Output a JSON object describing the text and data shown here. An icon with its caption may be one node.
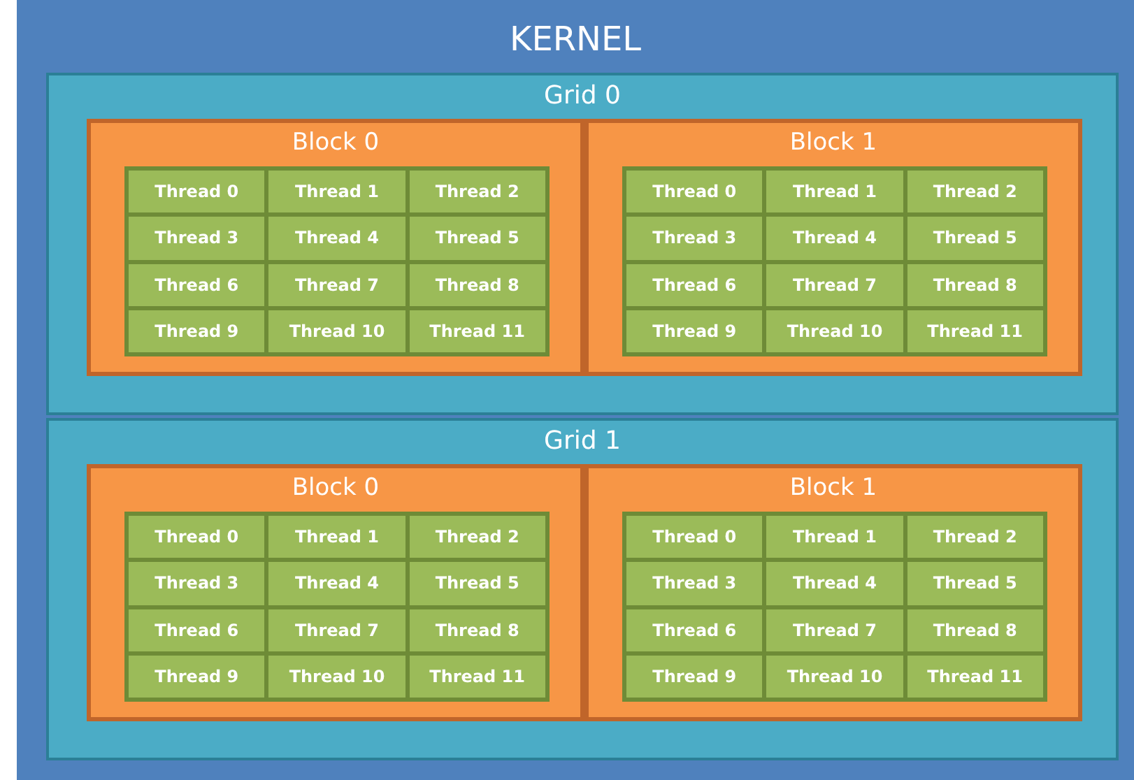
{
  "diagram": {
    "nodes": [
      {
        "text": [
          "KERNEL"
        ]
      },
      {
        "text": [
          "Grid 0"
        ],
        "in": 0
      },
      {
        "text": [
          "Block 0"
        ],
        "in": 1
      },
      {
        "text": [
          "Thread 0"
        ],
        "in": 2
      },
      {
        "text": [
          "Thread 1"
        ],
        "in": 2
      },
      {
        "text": [
          "Thread 2"
        ],
        "in": 2
      },
      {
        "text": [
          "Thread 3"
        ],
        "in": 2
      },
      {
        "text": [
          "Thread 4"
        ],
        "in": 2
      },
      {
        "text": [
          "Thread 5"
        ],
        "in": 2
      },
      {
        "text": [
          "Thread 6"
        ],
        "in": 2
      },
      {
        "text": [
          "Thread 7"
        ],
        "in": 2
      },
      {
        "text": [
          "Thread 8"
        ],
        "in": 2
      },
      {
        "text": [
          "Thread 9"
        ],
        "in": 2
      },
      {
        "text": [
          "Thread 10"
        ],
        "in": 2
      },
      {
        "text": [
          "Thread 11"
        ],
        "in": 2
      },
      {
        "text": [
          "Block 1"
        ],
        "in": 1
      },
      {
        "text": [
          "Thread 0"
        ],
        "in": 15
      },
      {
        "text": [
          "Thread 1"
        ],
        "in": 15
      },
      {
        "text": [
          "Thread 2"
        ],
        "in": 15
      },
      {
        "text": [
          "Thread 3"
        ],
        "in": 15
      },
      {
        "text": [
          "Thread 4"
        ],
        "in": 15
      },
      {
        "text": [
          "Thread 5"
        ],
        "in": 15
      },
      {
        "text": [
          "Thread 6"
        ],
        "in": 15
      },
      {
        "text": [
          "Thread 7"
        ],
        "in": 15
      },
      {
        "text": [
          "Thread 8"
        ],
        "in": 15
      },
      {
        "text": [
          "Thread 9"
        ],
        "in": 15
      },
      {
        "text": [
          "Thread 10"
        ],
        "in": 15
      },
      {
        "text": [
          "Thread 11"
        ],
        "in": 15
      },
      {
        "text": [
          "Grid 1"
        ],
        "in": 0
      },
      {
        "text": [
          "Block 0"
        ],
        "in": 28
      },
      {
        "text": [
          "Thread 0"
        ],
        "in": 29
      },
      {
        "text": [
          "Thread 1"
        ],
        "in": 29
      },
      {
        "text": [
          "Thread 2"
        ],
        "in": 29
      },
      {
        "text": [
          "Thread 3"
        ],
        "in": 29
      },
      {
        "text": [
          "Thread 4"
        ],
        "in": 29
      },
      {
        "text": [
          "Thread 5"
        ],
        "in": 29
      },
      {
        "text": [
          "Thread 6"
        ],
        "in": 29
      },
      {
        "text": [
          "Thread 7"
        ],
        "in": 29
      },
      {
        "text": [
          "Thread 8"
        ],
        "in": 29
      },
      {
        "text": [
          "Thread 9"
        ],
        "in": 29
      },
      {
        "text": [
          "Thread 10"
        ],
        "in": 29
      },
      {
        "text": [
          "Thread 11"
        ],
        "in": 29
      },
      {
        "text": [
          "Block 1"
        ],
        "in": 28
      },
      {
        "text": [
          "Thread 0"
        ],
        "in": 42
      },
      {
        "text": [
          "Thread 1"
        ],
        "in": 42
      },
      {
        "text": [
          "Thread 2"
        ],
        "in": 42
      },
      {
        "text": [
          "Thread 3"
        ],
        "in": 42
      },
      {
        "text": [
          "Thread 4"
        ],
        "in": 42
      },
      {
        "text": [
          "Thread 5"
        ],
        "in": 42
      },
      {
        "text": [
          "Thread 6"
        ],
        "in": 42
      },
      {
        "text": [
          "Thread 7"
        ],
        "in": 42
      },
      {
        "text": [
          "Thread 8"
        ],
        "in": 42
      },
      {
        "text": [
          "Thread 9"
        ],
        "in": 42
      },
      {
        "text": [
          "Thread 10"
        ],
        "in": 42
      },
      {
        "text": [
          "Thread 11"
        ],
        "in": 42
      }
    ],
    "edges": []
  }
}
